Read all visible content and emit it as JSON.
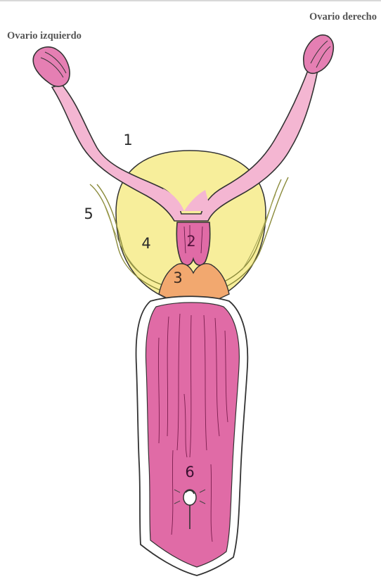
{
  "labels": {
    "left_ovary": "Ovario izquierdo",
    "right_ovary": "Ovario derecho"
  },
  "numbers": {
    "n1": "1",
    "n2": "2",
    "n3": "3",
    "n4": "4",
    "n5": "5",
    "n6": "6"
  },
  "colors": {
    "tube_pink": "#f4b6d2",
    "ovary_pink": "#e57fb3",
    "uterus_pink": "#e06ba6",
    "cervix_orange": "#f2a86f",
    "ligament_yellow": "#f7ee9b",
    "outline": "#222222"
  }
}
